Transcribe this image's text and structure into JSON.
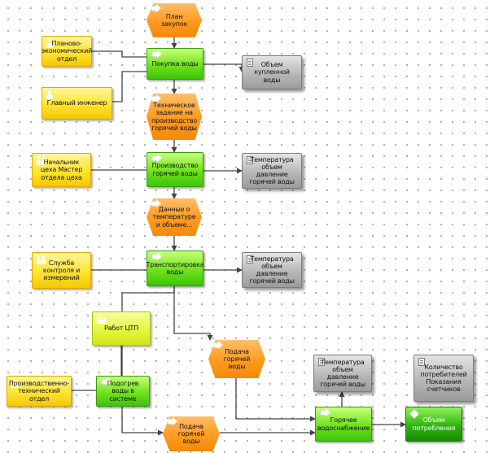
{
  "events": {
    "plan_purchase": "План закупок",
    "tech_assignment": "Техническое задание на производство горячей воды",
    "temp_data": "Данные о температуре и объеме...",
    "supply_hot_water_1": "Подача горячей воды",
    "supply_hot_water_2": "Подача горячей воды"
  },
  "functions": {
    "purchase_water": "Покупка воды",
    "produce_hot_water": "Производство горячей воды",
    "transport_water": "Транспортировка воды",
    "prepare_water": "Подогрев воды в системе",
    "hot_water_supply": "Горячее водоснабжение",
    "consumption_volume": "Объем потребления"
  },
  "org_units": {
    "planning_dept": "Планово-экономический отдел",
    "chief_engineer": "Главный инженер",
    "shop_head": "Начальник цеха Мастер отдела цеха",
    "measurement_service": "Служба контроля и измерений",
    "production_dept": "Производственно-технический отдел"
  },
  "documents": {
    "purchased_volume": "Объем купленной воды",
    "temp_params_1": "Температура объем давление горячей воды",
    "temp_params_2": "Температура объем давление горячей воды",
    "temp_params_3": "Температура объем давление горячей воды",
    "consumers_count": "Количество потребителей Показания счетчиков"
  },
  "systems": {
    "tpp_work": "Работ ЦТП"
  },
  "colors": {
    "event": "#ff9a1e",
    "function": "#6fe21b",
    "function_final": "#2fb40e",
    "org_unit": "#ffe433",
    "document": "#b4b4b4",
    "system": "#e3f53a",
    "connector": "#444444"
  },
  "icons": {
    "event": "arrow-icon",
    "function": "arrow-icon",
    "org_unit": "person-icon",
    "org_group": "group-icon",
    "document": "document-icon",
    "system": "factory-icon",
    "final": "cube-icon"
  }
}
